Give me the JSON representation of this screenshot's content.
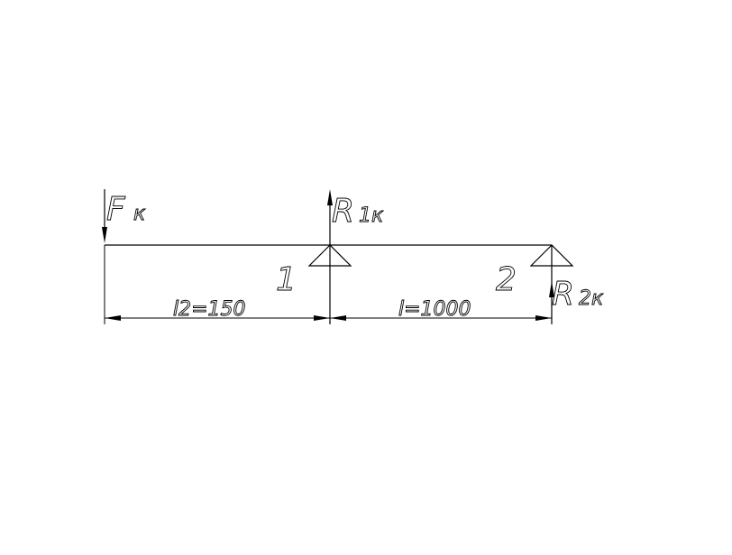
{
  "forces": {
    "applied_force": "F",
    "applied_force_sub": "к",
    "reaction_1": "R",
    "reaction_1_sub": "1к",
    "reaction_2": "R",
    "reaction_2_sub": "2к"
  },
  "supports": {
    "support_1_label": "1",
    "support_2_label": "2"
  },
  "dimensions": {
    "overhang": "l2=150",
    "span": "l=1000"
  }
}
